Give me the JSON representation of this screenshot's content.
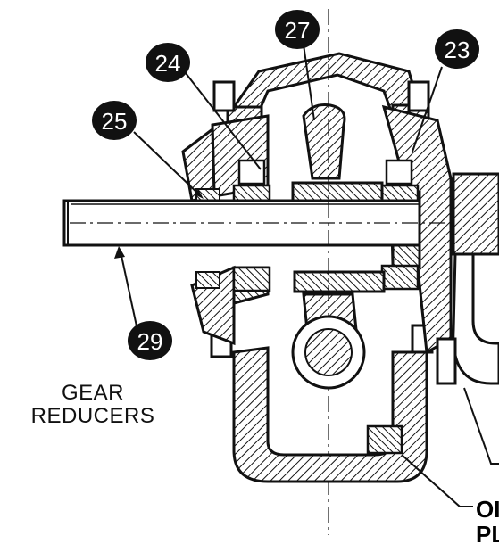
{
  "callouts": [
    {
      "id": "27",
      "label": "27"
    },
    {
      "id": "24",
      "label": "24"
    },
    {
      "id": "23",
      "label": "23"
    },
    {
      "id": "25",
      "label": "25"
    },
    {
      "id": "29",
      "label": "29"
    }
  ],
  "side_label": {
    "line1": "GEAR",
    "line2": "REDUCERS"
  },
  "edge_label": {
    "line1": "OI",
    "line2": "PL"
  },
  "colors": {
    "ink": "#111111",
    "paper": "#ffffff",
    "callout_fill": "#111111"
  }
}
